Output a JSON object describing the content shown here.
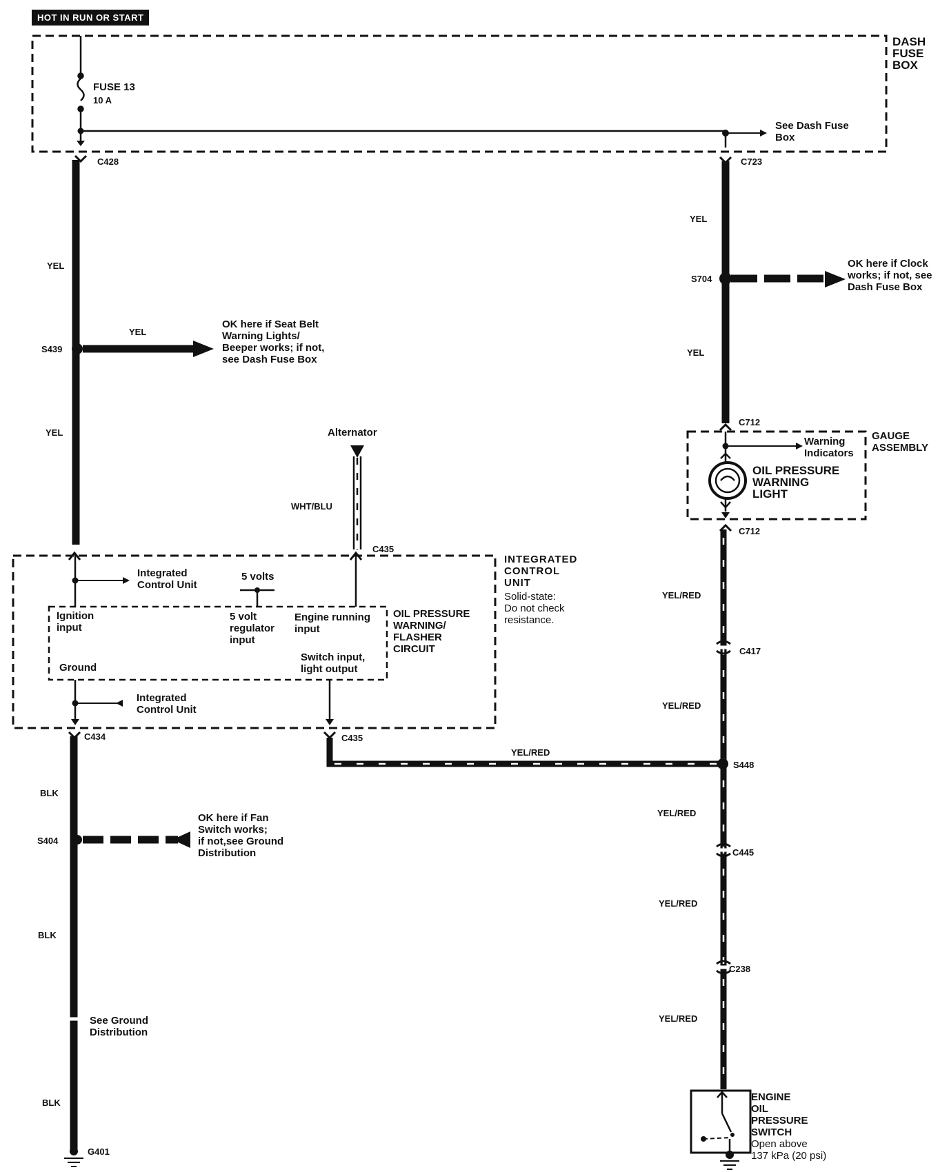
{
  "banner": "HOT IN RUN OR START",
  "dash_fuse_box": {
    "label": "DASH\nFUSE\nBOX",
    "fuse_name": "FUSE 13",
    "fuse_rating": "10 A",
    "see_note": "See Dash Fuse\nBox"
  },
  "connectors": {
    "c428": "C428",
    "c723": "C723",
    "s704": "S704",
    "s439": "S439",
    "c712_top": "C712",
    "c712_bottom": "C712",
    "c435_top": "C435",
    "c435_bottom": "C435",
    "c434": "C434",
    "c417": "C417",
    "s448": "S448",
    "c445": "C445",
    "c238": "C238",
    "s404": "S404",
    "g401": "G401"
  },
  "wire_colors": {
    "yel_left_1": "YEL",
    "yel_s439_branch": "YEL",
    "yel_left_2": "YEL",
    "yel_right_1": "YEL",
    "yel_right_2": "YEL",
    "wht_blu": "WHT/BLU",
    "yel_red_1": "YEL/RED",
    "yel_red_2": "YEL/RED",
    "yel_red_horizontal": "YEL/RED",
    "yel_red_3": "YEL/RED",
    "yel_red_4": "YEL/RED",
    "yel_red_5": "YEL/RED",
    "blk_1": "BLK",
    "blk_2": "BLK",
    "blk_3": "BLK"
  },
  "notes": {
    "clock_ok": "OK here if Clock\nworks; if not, see\nDash Fuse Box",
    "seat_belt_ok": "OK here if Seat Belt\nWarning Lights/\nBeeper works; if not,\nsee Dash Fuse Box",
    "fan_ok": "OK here if Fan\nSwitch works;\nif not,see Ground\nDistribution",
    "see_ground": "See Ground\nDistribution"
  },
  "alternator": "Alternator",
  "gauge_assembly": {
    "label": "GAUGE\nASSEMBLY",
    "warning_indicators": "Warning\nIndicators",
    "light_label": "OIL PRESSURE\nWARNING\nLIGHT"
  },
  "icu": {
    "label": "INTEGRATED\nCONTROL\nUNIT",
    "note": "Solid-state:\nDo not check\nresistance.",
    "top_ref": "Integrated\nControl Unit",
    "bottom_ref": "Integrated\nControl Unit",
    "five_volts": "5 volts",
    "circuit_label": "OIL PRESSURE\nWARNING/\nFLASHER\nCIRCUIT",
    "ignition_input": "Ignition\ninput",
    "regulator_input": "5 volt\nregulator\ninput",
    "engine_running_input": "Engine running\ninput",
    "ground": "Ground",
    "switch_input": "Switch input,\nlight output"
  },
  "oil_pressure_switch": {
    "label": "ENGINE\nOIL\nPRESSURE\nSWITCH",
    "spec": "Open above\n137 kPa (20 psi)"
  }
}
